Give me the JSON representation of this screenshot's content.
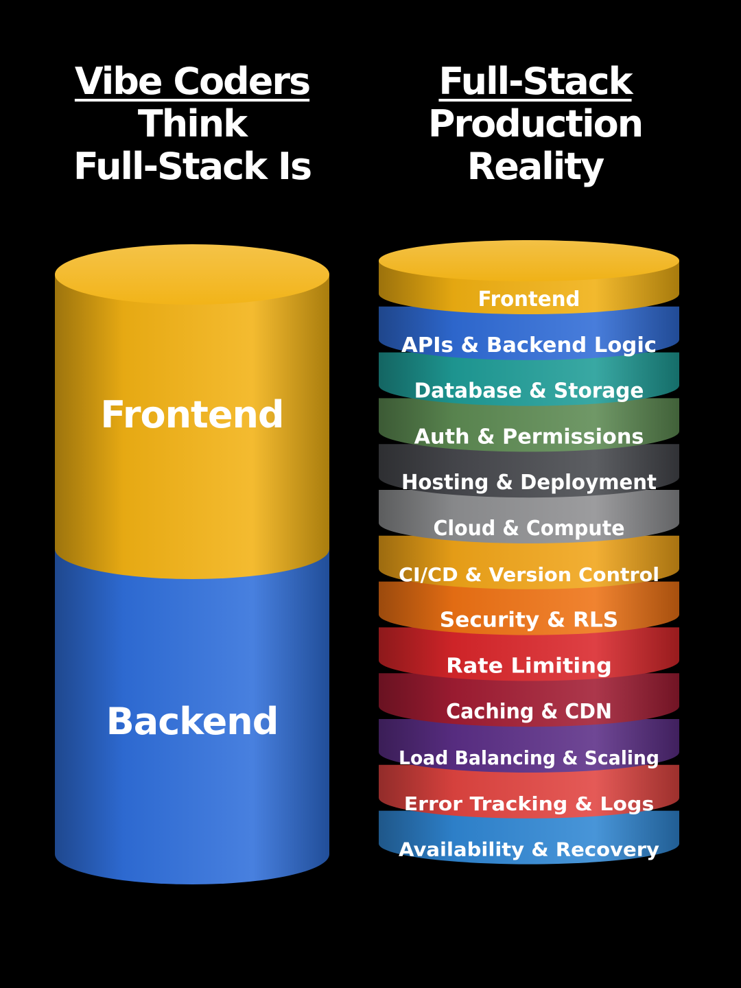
{
  "left": {
    "heading": [
      "Vibe Coders",
      "Think",
      "Full-Stack Is"
    ],
    "cylinder": [
      {
        "label": "Frontend",
        "color": "#f2b214"
      },
      {
        "label": "Backend",
        "color": "#2f6fdb"
      }
    ]
  },
  "right": {
    "heading": [
      "Full-Stack",
      "Production",
      "Reality"
    ],
    "layers": [
      {
        "label": "Frontend",
        "color": "#f0b012"
      },
      {
        "label": "APIs & Backend Logic",
        "color": "#2f6bd6"
      },
      {
        "label": "Database & Storage",
        "color": "#1e9c96"
      },
      {
        "label": "Auth & Permissions",
        "color": "#5d8a52"
      },
      {
        "label": "Hosting & Deployment",
        "color": "#46484d"
      },
      {
        "label": "Cloud & Compute",
        "color": "#8e8f91"
      },
      {
        "label": "CI/CD & Version Control",
        "color": "#f0a418"
      },
      {
        "label": "Security & RLS",
        "color": "#ee7214"
      },
      {
        "label": "Rate Limiting",
        "color": "#d9262a"
      },
      {
        "label": "Caching & CDN",
        "color": "#a11c33"
      },
      {
        "label": "Load Balancing & Scaling",
        "color": "#5b2e86"
      },
      {
        "label": "Error Tracking & Logs",
        "color": "#e04440"
      },
      {
        "label": "Availability & Recovery",
        "color": "#2f86d3"
      }
    ]
  }
}
